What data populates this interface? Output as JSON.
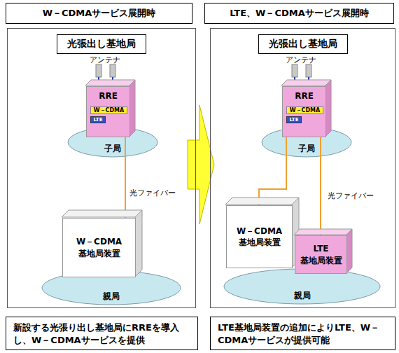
{
  "diagram": {
    "nodes": [
      {
        "text": [
          "W－CDMAサービス展開時"
        ]
      },
      {
        "text": [
          "LTE、W－CDMAサービス展開時"
        ]
      },
      {
        "text": [
          "光張出し基地局"
        ]
      },
      {
        "text": [
          "RRE"
        ],
        "in": 2
      },
      {
        "text": [
          "W－CDMA"
        ],
        "in": 3
      },
      {
        "text": [
          "LTE"
        ],
        "in": 3
      },
      {
        "text": [
          "子局"
        ],
        "in": 2
      },
      {
        "text": [
          "W－CDMA 基地局装置"
        ],
        "in": 2
      },
      {
        "text": [
          "親局"
        ],
        "in": 2
      },
      {
        "text": [
          "光張出し基地局"
        ]
      },
      {
        "text": [
          "RRE"
        ],
        "in": 9
      },
      {
        "text": [
          "W－CDMA"
        ],
        "in": 10
      },
      {
        "text": [
          "LTE"
        ],
        "in": 10
      },
      {
        "text": [
          "子局"
        ],
        "in": 9
      },
      {
        "text": [
          "W－CDMA 基地局装置"
        ],
        "in": 9
      },
      {
        "text": [
          "LTE 基地局装置"
        ],
        "in": 9
      },
      {
        "text": [
          "親局"
        ],
        "in": 9
      },
      {
        "text": [
          "新設する光張り出し基地局にRREを導入し、W－CDMAサービスを提供"
        ]
      },
      {
        "text": [
          "LTE基地局装置の追加によりLTE、W－CDMAサービスが提供可能"
        ]
      }
    ],
    "edges": [
      {
        "from": 3,
        "to": 7,
        "arrow": "none"
      },
      {
        "from": 10,
        "to": 14,
        "arrow": "none"
      },
      {
        "from": 10,
        "to": 15,
        "arrow": "none"
      }
    ],
    "labels": [
      "アンテナ",
      "光ファイバー",
      "アンテナ",
      "光ファイバー"
    ]
  }
}
